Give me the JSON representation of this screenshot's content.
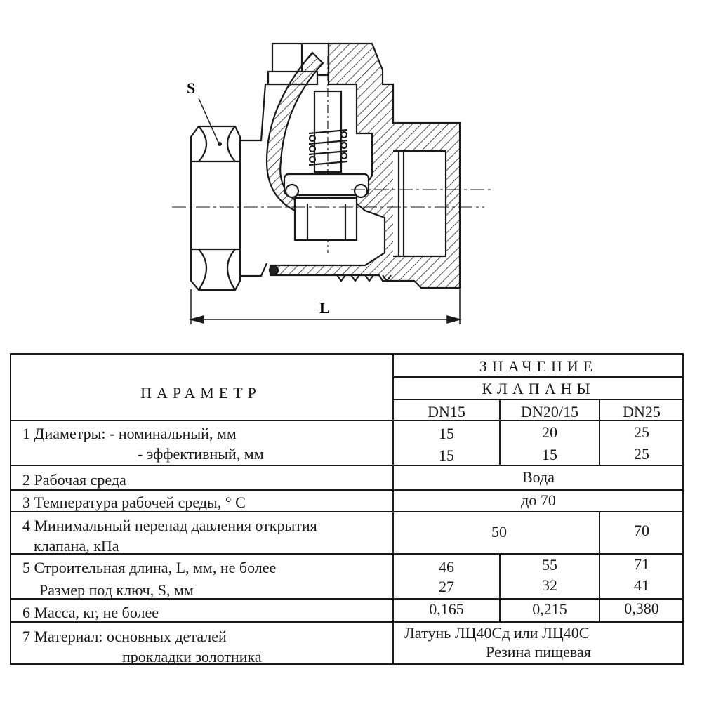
{
  "drawing": {
    "label_s": "S",
    "label_l": "L"
  },
  "table": {
    "header": {
      "parameter": "ПАРАМЕТР",
      "value": "ЗНАЧЕНИЕ",
      "valves": "КЛАПАНЫ",
      "columns": [
        "DN15",
        "DN20/15",
        "DN25"
      ]
    },
    "rows": [
      {
        "lines": [
          "1 Диаметры:   - номинальный, мм",
          "- эффективный, мм"
        ],
        "values": [
          [
            "15",
            "20",
            "25"
          ],
          [
            "15",
            "15",
            "25"
          ]
        ]
      },
      {
        "lines": [
          "2  Рабочая среда"
        ],
        "value": "Вода"
      },
      {
        "lines": [
          "3  Температура рабочей среды, ° С"
        ],
        "value": "до 70"
      },
      {
        "lines": [
          "4  Минимальный перепад давления открытия",
          "клапана,  кПа"
        ],
        "value_merged": "50",
        "value_last": "70"
      },
      {
        "lines": [
          "5  Строительная длина, L, мм,  не более",
          "Размер под ключ, S, мм"
        ],
        "values": [
          [
            "46",
            "55",
            "71"
          ],
          [
            "27",
            "32",
            "41"
          ]
        ]
      },
      {
        "lines": [
          "6  Масса, кг,  не более"
        ],
        "values": [
          [
            "0,165",
            "0,215",
            "0,380"
          ]
        ]
      },
      {
        "lines": [
          "7  Материал: основных деталей",
          "прокладки золотника"
        ],
        "values_text": [
          "Латунь   ЛЦ40Сд или ЛЦ40С",
          "Резина пищевая"
        ]
      }
    ]
  }
}
